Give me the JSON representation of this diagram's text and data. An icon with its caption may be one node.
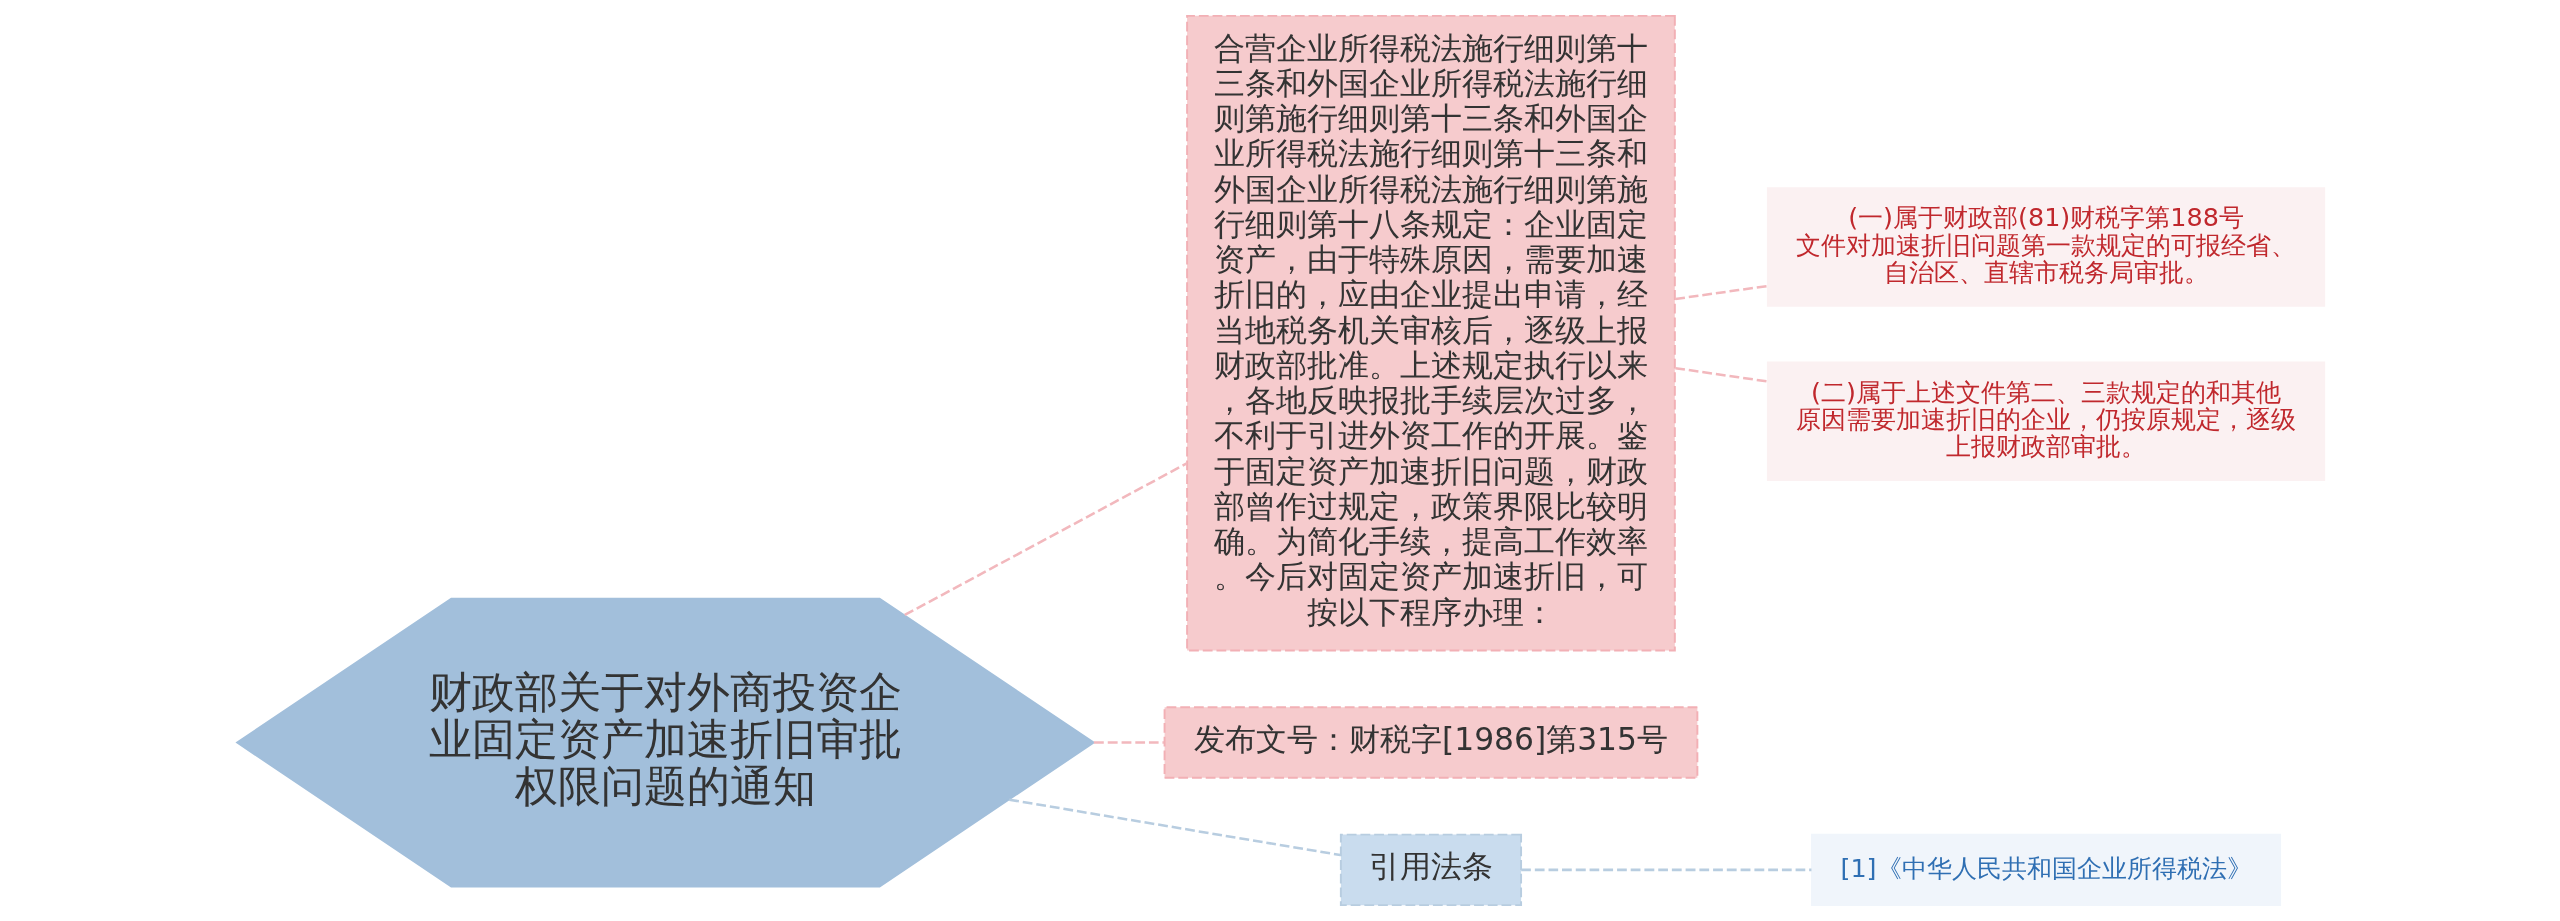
{
  "diagram": {
    "nodes": [
      {
        "text": [
          "财政部关于对外商投资企业固定资产加速折旧审批权限问题的通知"
        ]
      },
      {
        "text": [
          "合营企业所得税法施行细则第十三条和外国企业所得税法施行细则第施行细则第十三条和外国企业所得税法施行细则第十三条和外国企业所得税法施行细则第施行细则第十八条规定：企业固定资产，由于特殊原因，需要加速折旧的，应由企业提出申请，经当地税务机关审核后，逐级上报财政部批准。上述规定执行以来，各地反映报批手续层次过多，不利于引进外资工作的开展。鉴于固定资产加速折旧问题，财政部曾作过规定，政策界限比较明确。为简化手续，提高工作效率。今后对固定资产加速折旧，可按以下程序办理："
        ]
      },
      {
        "text": [
          "(一)属于财政部(81)财税字第188号文件对加速折旧问题第一款规定的可报经省、自治区、直辖市税务局审批。"
        ]
      },
      {
        "text": [
          "(二)属于上述文件第二、三款规定的和其他原因需要加速折旧的企业，仍按原规定，逐级上报财政部审批。"
        ]
      },
      {
        "text": [
          "发布文号：财税字[1986]第315号"
        ]
      },
      {
        "text": [
          "引用法条"
        ]
      },
      {
        "text": [
          "[1]《中华人民共和国企业所得税法》"
        ]
      }
    ],
    "edges": [
      {
        "from": 0,
        "to": 1,
        "arrow": "none",
        "style": "dashed"
      },
      {
        "from": 1,
        "to": 2,
        "arrow": "none",
        "style": "dashed"
      },
      {
        "from": 1,
        "to": 3,
        "arrow": "none",
        "style": "dashed"
      },
      {
        "from": 0,
        "to": 4,
        "arrow": "none",
        "style": "dashed"
      },
      {
        "from": 0,
        "to": 5,
        "arrow": "none",
        "style": "dashed",
        "color": "#b8cde0"
      },
      {
        "from": 5,
        "to": 6,
        "arrow": "none",
        "style": "dashed",
        "color": "#b8cde0"
      }
    ]
  }
}
